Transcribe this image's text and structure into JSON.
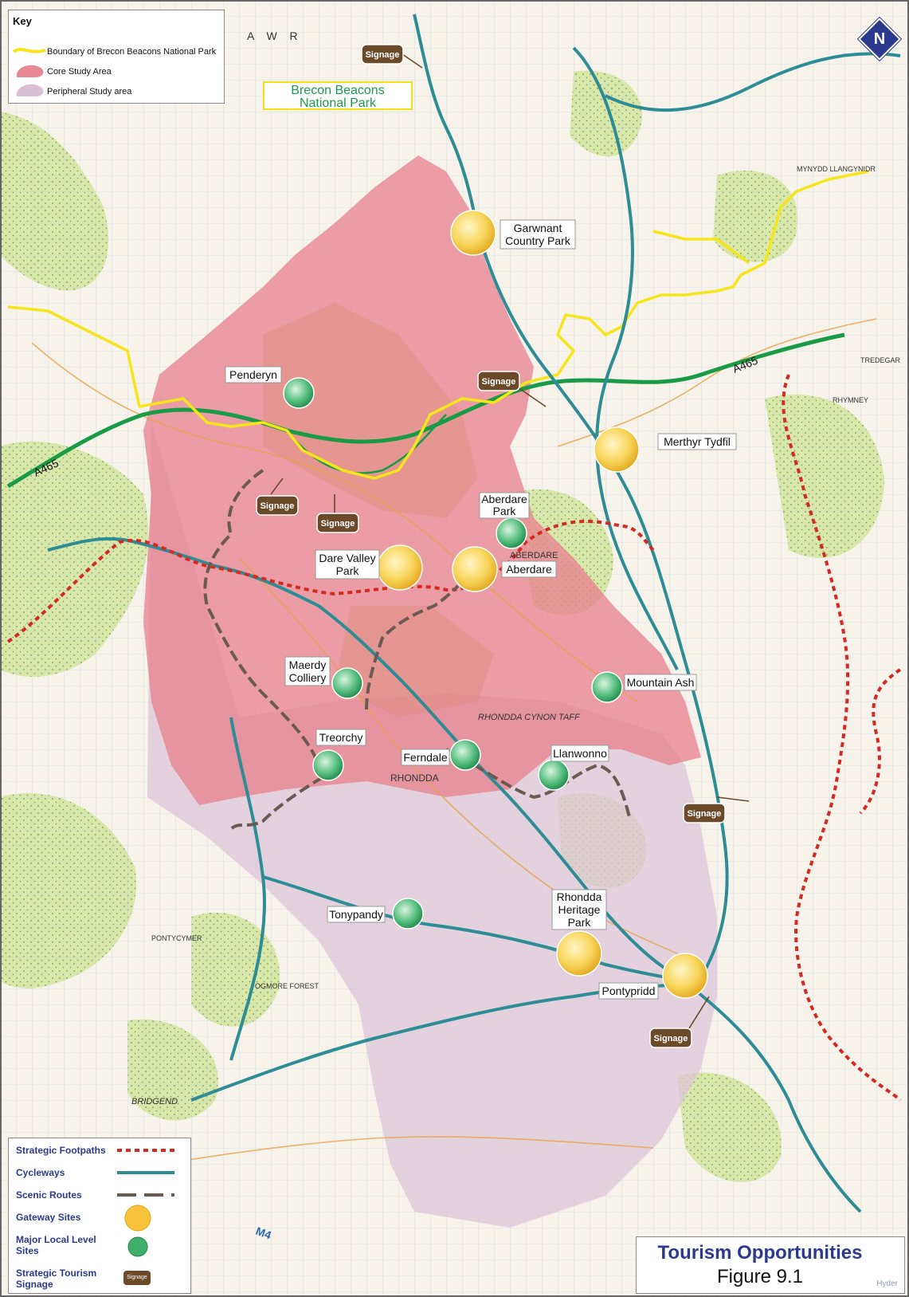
{
  "key": {
    "title": "Key",
    "items": [
      {
        "label": "Boundary of Brecon Beacons National Park",
        "color": "#f5e51a"
      },
      {
        "label": "Core Study Area",
        "color": "#e88a95"
      },
      {
        "label": "Peripheral Study area",
        "color": "#d9c0d6"
      }
    ]
  },
  "national_park_label": {
    "line1": "Brecon Beacons",
    "line2": "National Park"
  },
  "north_arrow": {
    "letter": "N",
    "icon": "north-arrow-icon"
  },
  "colors": {
    "footpath": "#d42a22",
    "cycleway": "#2e8c95",
    "scenic": "#6b5a52",
    "gateway": "#f6c33a",
    "local": "#3fae6a",
    "signage": "#6b4a2a",
    "np_boundary": "#f5e51a",
    "core": "#e88a95",
    "peripheral": "#dcc6da",
    "road_green": "#199a46"
  },
  "gateway_sites": [
    {
      "name": "Garwnant Country Park",
      "lines": [
        "Garwnant",
        "Country Park"
      ]
    },
    {
      "name": "Merthyr Tydfil",
      "lines": [
        "Merthyr Tydfil"
      ]
    },
    {
      "name": "Dare Valley Park",
      "lines": [
        "Dare Valley",
        "Park"
      ]
    },
    {
      "name": "Aberdare",
      "lines": [
        "Aberdare"
      ]
    },
    {
      "name": "Rhondda Heritage Park",
      "lines": [
        "Rhondda",
        "Heritage",
        "Park"
      ]
    },
    {
      "name": "Pontypridd",
      "lines": [
        "Pontypridd"
      ]
    }
  ],
  "local_sites": [
    {
      "name": "Penderyn",
      "lines": [
        "Penderyn"
      ]
    },
    {
      "name": "Aberdare Park",
      "lines": [
        "Aberdare",
        "Park"
      ]
    },
    {
      "name": "Maerdy Colliery",
      "lines": [
        "Maerdy",
        "Colliery"
      ]
    },
    {
      "name": "Mountain Ash",
      "lines": [
        "Mountain Ash"
      ]
    },
    {
      "name": "Treorchy",
      "lines": [
        "Treorchy"
      ]
    },
    {
      "name": "Ferndale",
      "lines": [
        "Ferndale"
      ]
    },
    {
      "name": "Llanwonno",
      "lines": [
        "Llanwonno"
      ]
    },
    {
      "name": "Tonypandy",
      "lines": [
        "Tonypandy"
      ]
    }
  ],
  "signage": {
    "label": "Signage",
    "count": 7
  },
  "roads": [
    {
      "label": "A465"
    },
    {
      "label": "A465"
    },
    {
      "label": "M4"
    }
  ],
  "map_text": [
    "RHONDDA",
    "RHONDDA CYNON TAFF",
    "ABERDARE",
    "TREDEGAR",
    "RHYMNEY",
    "PONTYCYMER",
    "BRIDGEND",
    "OGMORE FOREST",
    "MYNYDD LLANGYNIDR",
    "A W R"
  ],
  "legend": {
    "items": [
      {
        "label": "Strategic Footpaths",
        "symbol": "footpath"
      },
      {
        "label": "Cycleways",
        "symbol": "cycleway"
      },
      {
        "label": "Scenic Routes",
        "symbol": "scenic"
      },
      {
        "label": "Gateway Sites",
        "symbol": "gateway"
      },
      {
        "label": "Major Local Level Sites",
        "symbol": "local"
      },
      {
        "label": "Strategic Tourism Signage",
        "symbol": "signage"
      }
    ],
    "signage_mini": "Signage"
  },
  "title_block": {
    "title": "Tourism Opportunities",
    "subtitle": "Figure 9.1",
    "logo": "Hyder"
  }
}
